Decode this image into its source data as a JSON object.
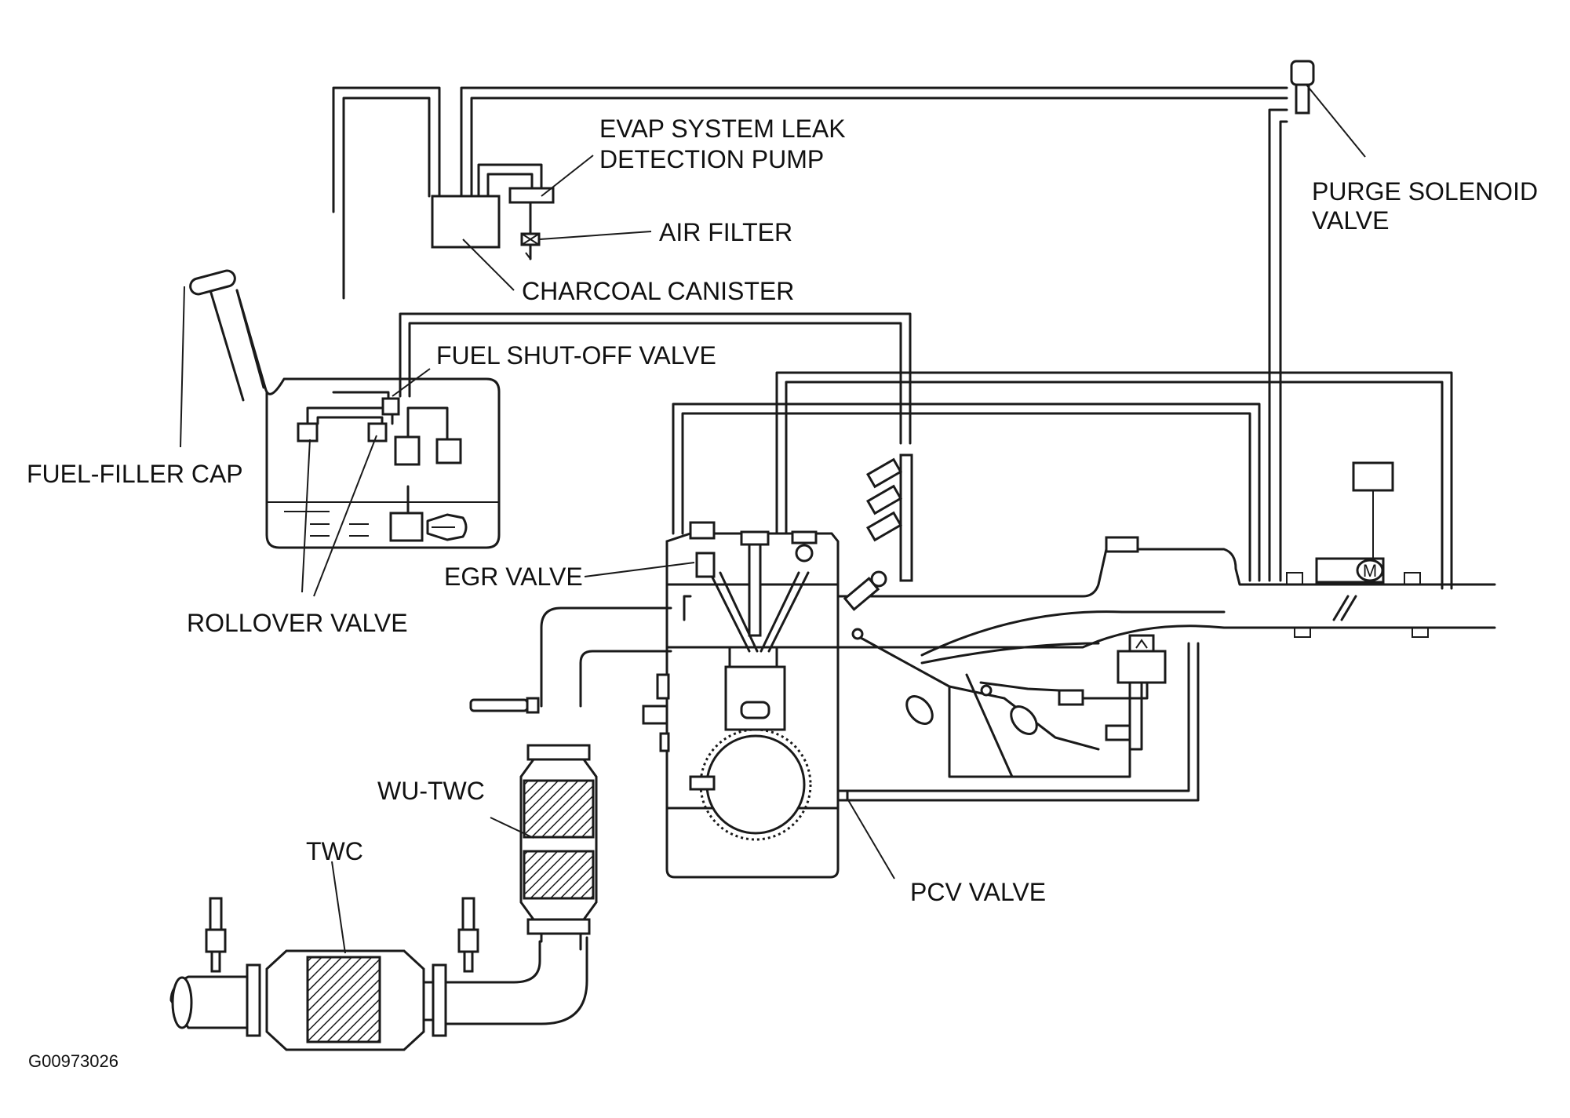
{
  "labels": {
    "evap_line1": "EVAP SYSTEM LEAK",
    "evap_line2": "DETECTION PUMP",
    "air_filter": "AIR FILTER",
    "charcoal_canister": "CHARCOAL CANISTER",
    "purge_line1": "PURGE SOLENOID",
    "purge_line2": "VALVE",
    "fuel_shutoff": "FUEL SHUT-OFF VALVE",
    "fuel_filler_cap": "FUEL-FILLER CAP",
    "egr_valve": "EGR VALVE",
    "rollover_valve": "ROLLOVER VALVE",
    "wu_twc": "WU-TWC",
    "twc": "TWC",
    "pcv_valve": "PCV VALVE",
    "motor_symbol": "M"
  },
  "figure_code": "G00973026"
}
